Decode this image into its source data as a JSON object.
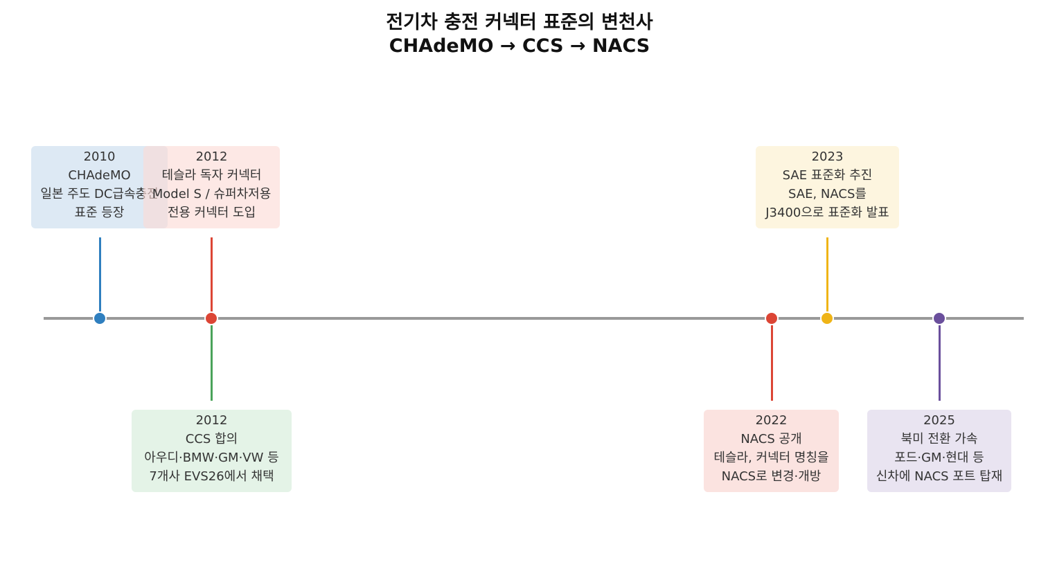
{
  "title": {
    "line1": "전기차 충전 커넥터 표준의 변천사",
    "line2": "CHAdeMO → CCS → NACS"
  },
  "events": [
    {
      "id": "chademo",
      "year": "2010",
      "title": "CHAdeMO",
      "desc1": "일본 주도 DC급속충전",
      "desc2": "표준 등장",
      "color": "#2f7fbf",
      "fill": "#dde9f4"
    },
    {
      "id": "tesla-proprietary",
      "year": "2012",
      "title": "테슬라 독자 커넥터",
      "desc1": "Model S / 슈퍼차저용",
      "desc2": "전용 커넥터 도입",
      "color": "#dc4535",
      "fill": "#fbe3e0"
    },
    {
      "id": "ccs",
      "year": "2012",
      "title": "CCS 합의",
      "desc1": "아우디·BMW·GM·VW 등",
      "desc2": "7개사 EVS26에서 채택",
      "color": "#4aa35a",
      "fill": "#e4f3e7"
    },
    {
      "id": "nacs-open",
      "year": "2022",
      "title": "NACS 공개",
      "desc1": "테슬라, 커넥터 명칭을",
      "desc2": "NACS로 변경·개방",
      "color": "#dc4535",
      "fill": "#fbe3e0"
    },
    {
      "id": "sae",
      "year": "2023",
      "title": "SAE 표준화 추진",
      "desc1": "SAE, NACS를",
      "desc2": "J3400으로 표준화 발표",
      "color": "#efb416",
      "fill": "#fdf5df"
    },
    {
      "id": "adoption",
      "year": "2025",
      "title": "북미 전환 가속",
      "desc1": "포드·GM·현대 등",
      "desc2": "신차에 NACS 포트 탑재",
      "color": "#6a4f9c",
      "fill": "#e9e4f1"
    }
  ]
}
